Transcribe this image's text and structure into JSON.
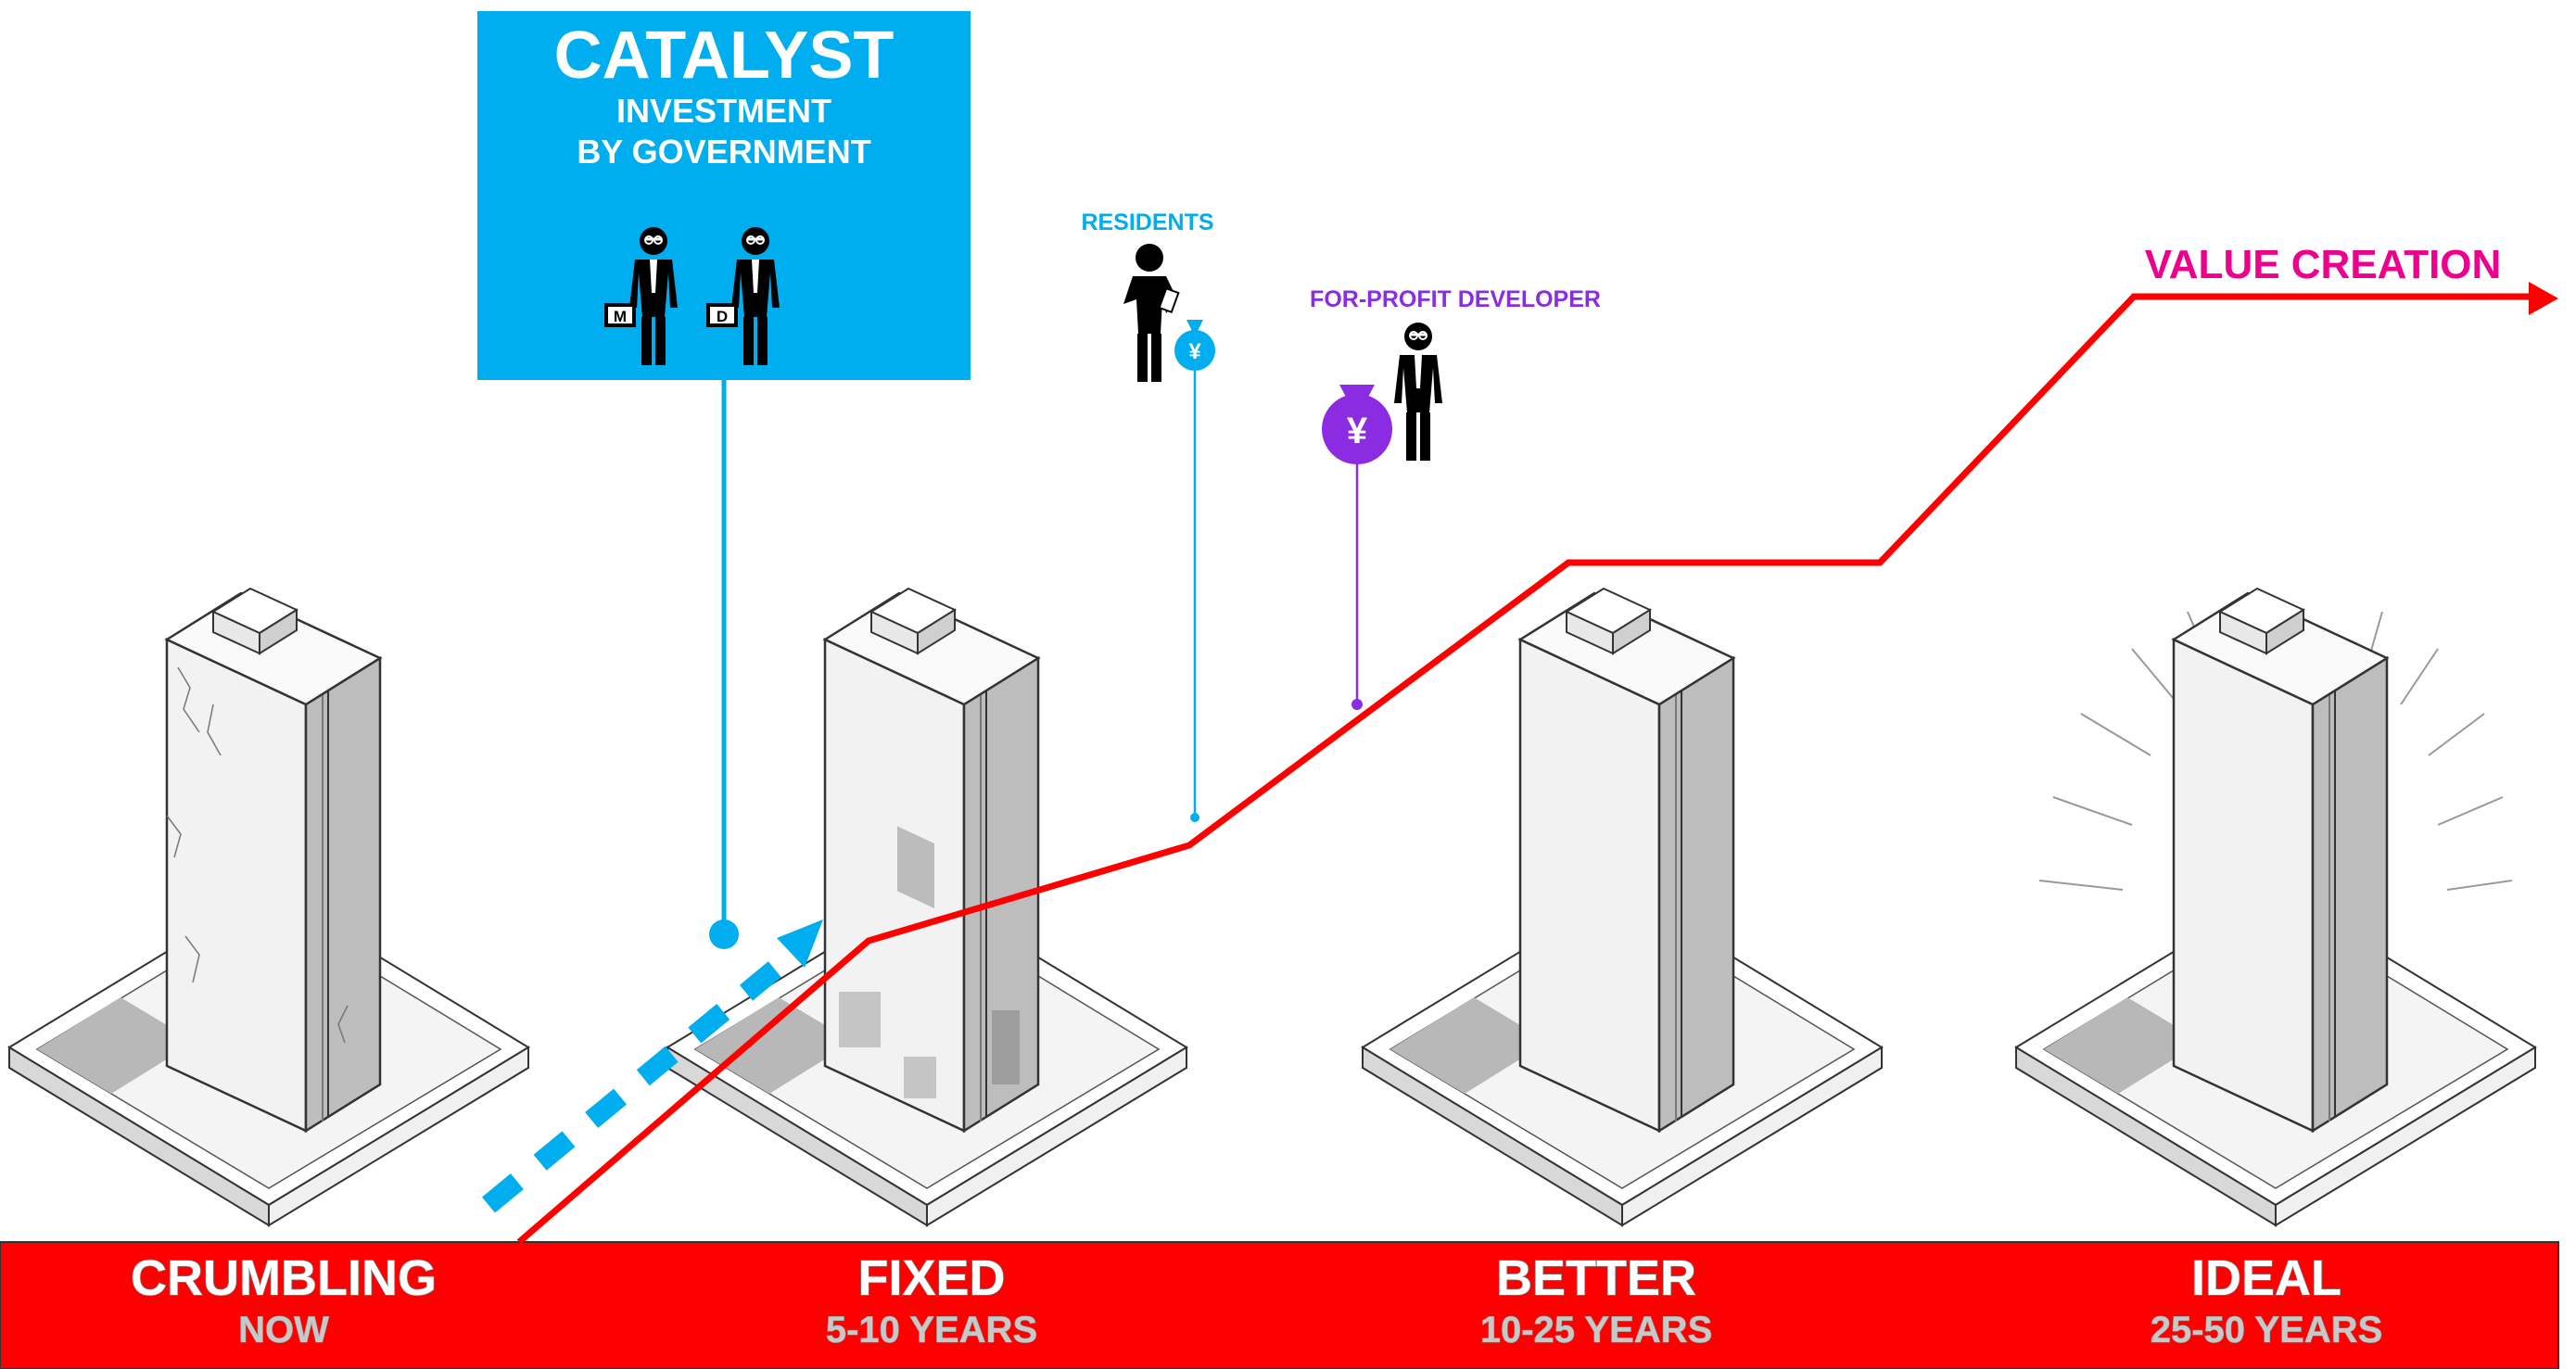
{
  "catalyst": {
    "title": "CATALYST",
    "line1": "INVESTMENT",
    "line2": "BY GOVERNMENT",
    "badge_left": "M",
    "badge_right": "D"
  },
  "residents": {
    "label": "RESIDENTS",
    "currency": "¥"
  },
  "developer": {
    "label": "FOR-PROFIT DEVELOPER",
    "currency": "¥"
  },
  "value_creation": {
    "label": "VALUE CREATION"
  },
  "stages": [
    {
      "title": "CRUMBLING",
      "subtitle": "NOW"
    },
    {
      "title": "FIXED",
      "subtitle": "5-10 YEARS"
    },
    {
      "title": "BETTER",
      "subtitle": "10-25 YEARS"
    },
    {
      "title": "IDEAL",
      "subtitle": "25-50 YEARS"
    }
  ],
  "colors": {
    "government": "#00aeef",
    "value_line": "#ff0000",
    "value_label": "#ec008c",
    "developer": "#8b2be2",
    "bottom_band": "#ff0000"
  },
  "icons": [
    "businessman-icon",
    "person-icon",
    "money-bag-icon",
    "arrow-icon",
    "building-icon",
    "radiance-icon"
  ]
}
